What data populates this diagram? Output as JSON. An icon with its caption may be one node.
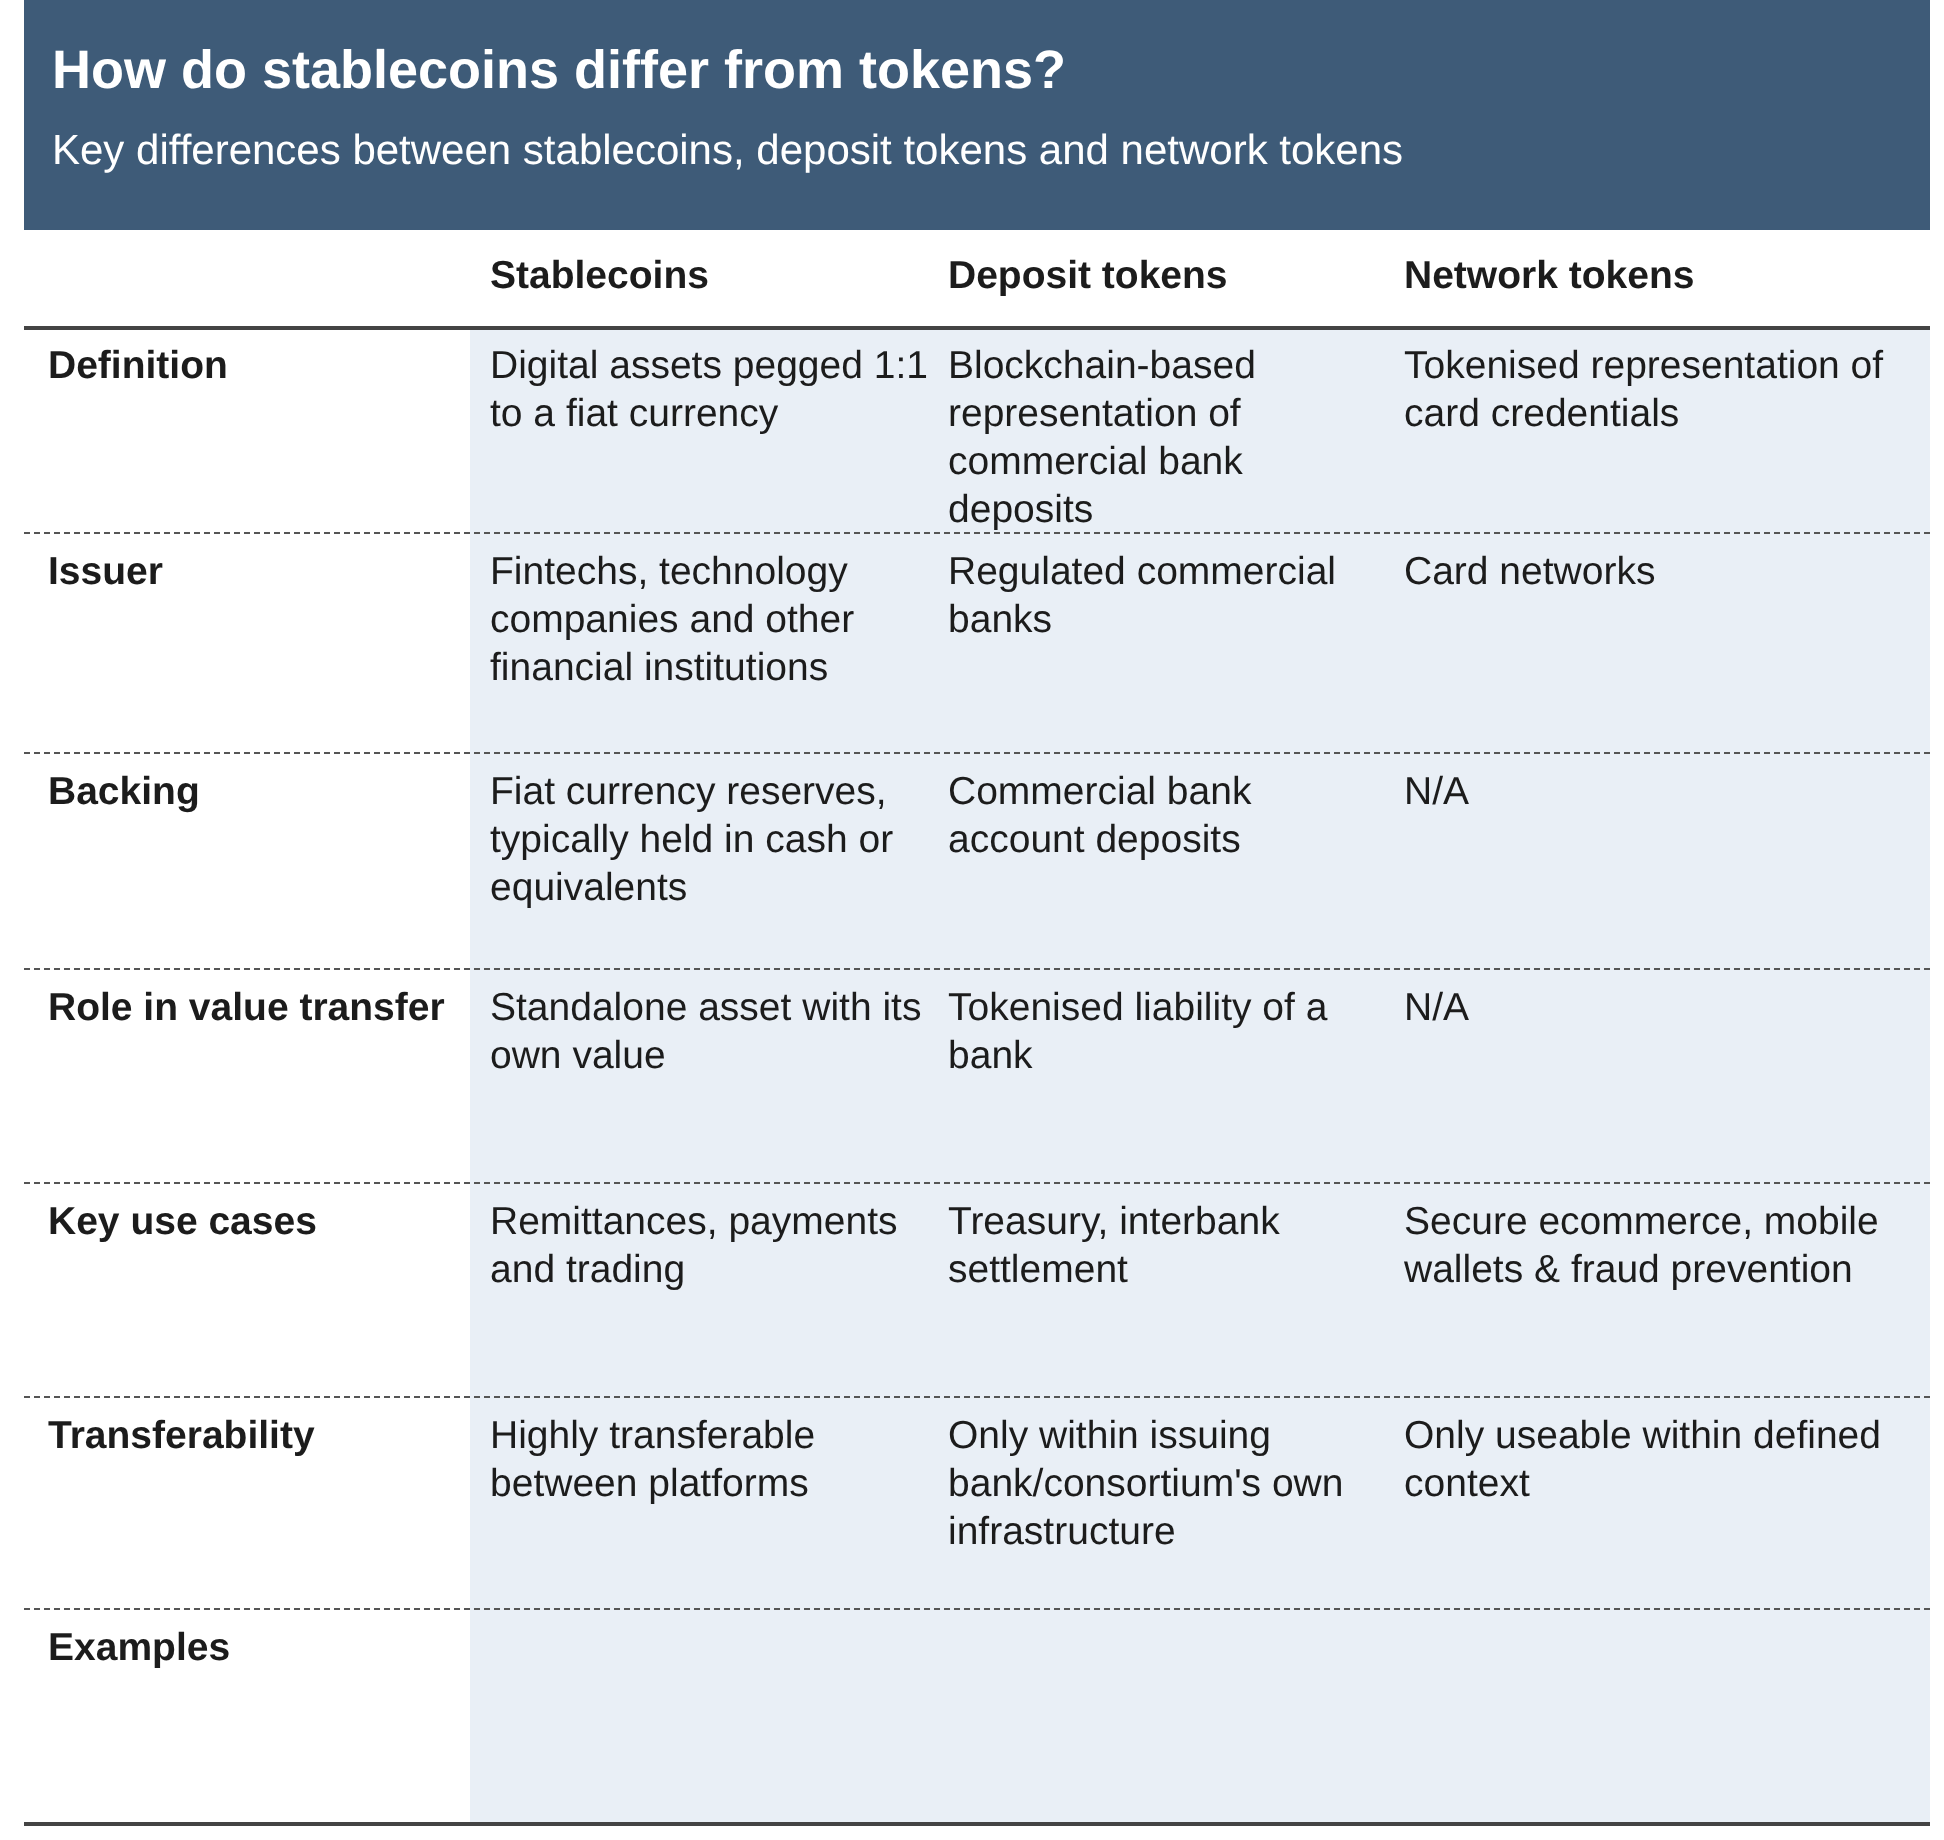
{
  "diagram": {
    "title": "How do stablecoins differ from tokens?",
    "labels": [
      "Key differences between stablecoins, deposit tokens and network tokens",
      "Stablecoins",
      "Deposit tokens",
      "Network tokens",
      "Definition",
      "Digital assets pegged 1:1 to a fiat currency",
      "Blockchain-based representation of commercial bank deposits",
      "Tokenised representation of card credentials",
      "Issuer",
      "Fintechs, technology companies and other financial institutions",
      "Regulated commercial banks",
      "Card networks",
      "Backing",
      "Fiat currency reserves, typically held in cash or equivalents",
      "Commercial bank account deposits",
      "N/A",
      "Role in value transfer",
      "Standalone asset with its own value",
      "Tokenised liability of a bank",
      "N/A",
      "Key use cases",
      "Remittances, payments and trading",
      "Treasury, interbank settlement",
      "Secure ecommerce, mobile wallets & fraud prevention",
      "Transferability",
      "Highly transferable between platforms",
      "Only within issuing bank/consortium's own infrastructure",
      "Only useable within defined context",
      "Examples"
    ]
  }
}
